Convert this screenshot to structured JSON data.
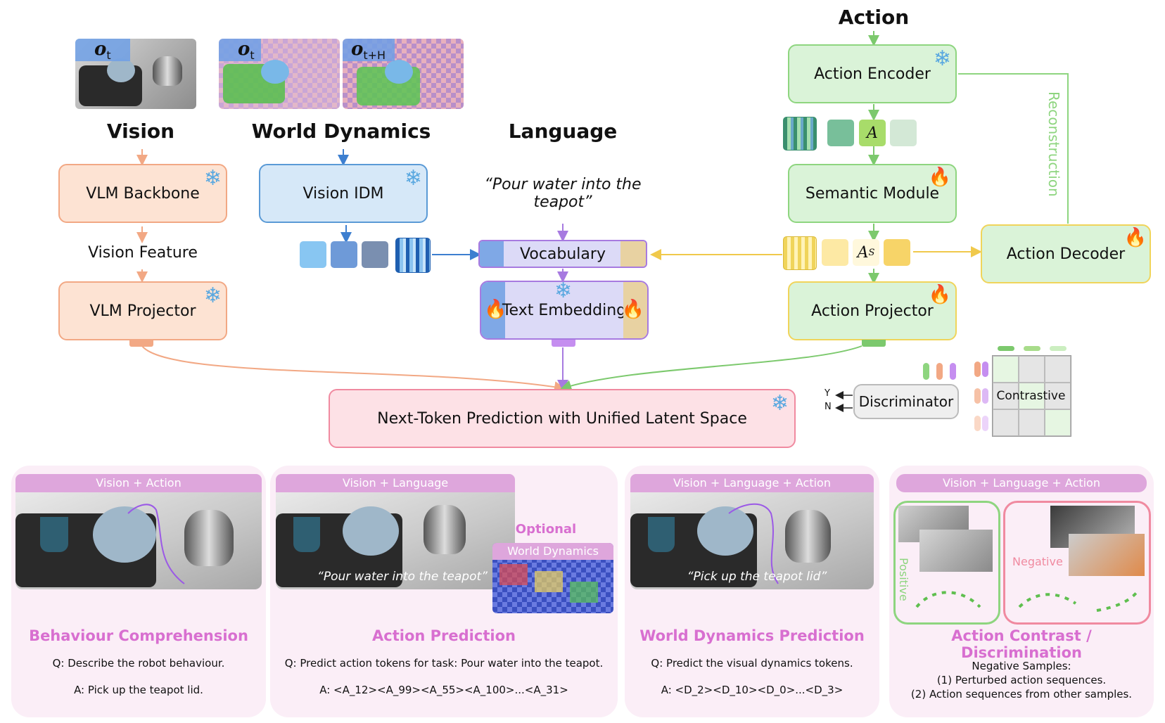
{
  "top": {
    "vision_title": "Vision",
    "world_title": "World Dynamics",
    "language_title": "Language",
    "action_title": "Action",
    "ot_label": "o",
    "ot_sub": "t",
    "oth_sub": "t+H",
    "vlm_backbone": "VLM Backbone",
    "vision_feature": "Vision Feature",
    "vlm_projector": "VLM Projector",
    "vision_idm": "Vision IDM",
    "instruction": "“Pour water into the teapot”",
    "vocabulary": "Vocabulary",
    "text_embedding": "Text Embedding",
    "action_encoder": "Action Encoder",
    "token_a": "A",
    "semantic_module": "Semantic Module",
    "token_as": "A",
    "token_as_sup": "S",
    "action_projector": "Action Projector",
    "action_decoder": "Action Decoder",
    "reconstruction": "Reconstruction",
    "ntp": "Next-Token Prediction with Unified Latent Space",
    "discriminator": "Discriminator",
    "y_label": "Y",
    "n_label": "N",
    "contrastive": "Contrastive"
  },
  "panels": [
    {
      "tag": "Vision + Action",
      "title": "Behaviour Comprehension",
      "q": "Q: Describe the robot behaviour.",
      "a": "A: Pick up the teapot lid."
    },
    {
      "tag": "Vision + Language",
      "title": "Action Prediction",
      "q": "Q: Predict action tokens for task: Pour water into the teapot.",
      "a": "A: <A_12><A_99><A_55><A_100>...<A_31>",
      "quote": "“Pour water into the teapot”",
      "optional": "Optional",
      "wd_tag": "World Dynamics"
    },
    {
      "tag": "Vision + Language + Action",
      "title": "World Dynamics Prediction",
      "q": "Q: Predict the visual dynamics tokens.",
      "a": "A: <D_2><D_10><D_0>...<D_3>",
      "quote": "“Pick up the teapot lid”"
    },
    {
      "tag": "Vision + Language + Action",
      "title": "Action Contrast / Discrimination",
      "positive": "Positive",
      "negative": "Negative",
      "neg_header": "Negative Samples:",
      "neg_1": "(1) Perturbed action sequences.",
      "neg_2": "(2) Action sequences from other samples."
    }
  ],
  "colors": {
    "vision": "#f2a884",
    "world": "#5a9ad6",
    "language": "#a77ae0",
    "action": "#8ed57f",
    "action_yellow": "#f5d76e",
    "ntp": "#f08aa0",
    "panel_title": "#d86fd0"
  },
  "icons": [
    "snowflake-icon",
    "flame-icon",
    "arrow-icon"
  ]
}
